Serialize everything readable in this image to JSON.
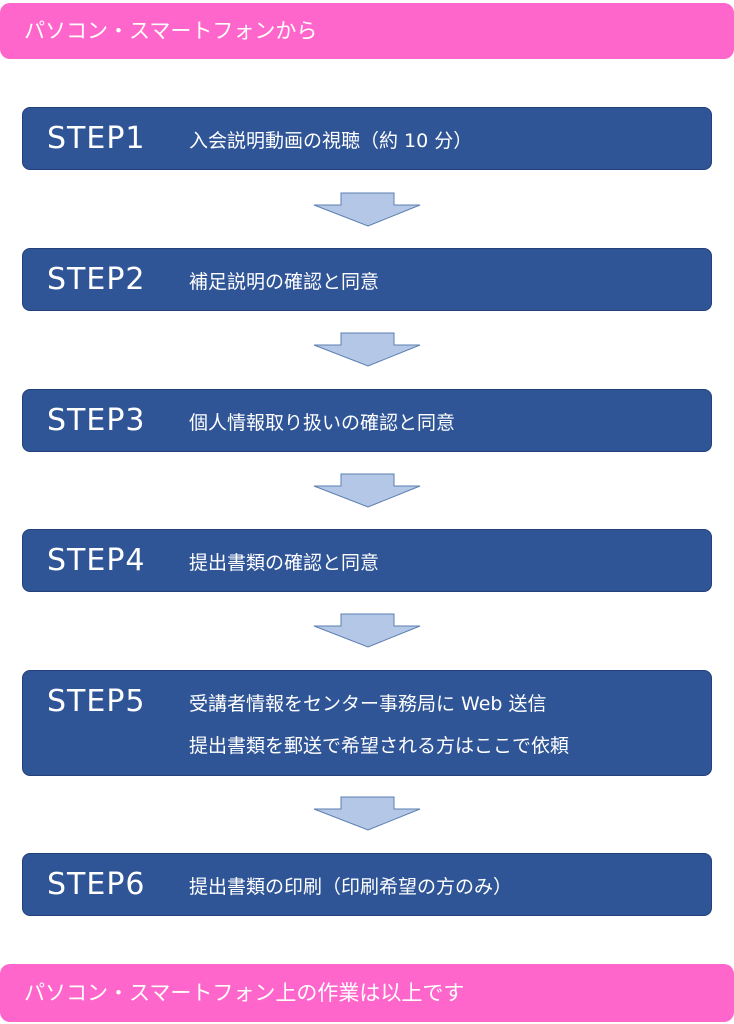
{
  "header": {
    "title": "パソコン・スマートフォンから"
  },
  "steps": [
    {
      "label": "STEP1",
      "text": "入会説明動画の視聴（約 10 分）"
    },
    {
      "label": "STEP2",
      "text": "補足説明の確認と同意"
    },
    {
      "label": "STEP3",
      "text": "個人情報取り扱いの確認と同意"
    },
    {
      "label": "STEP4",
      "text": "提出書類の確認と同意"
    },
    {
      "label": "STEP5",
      "text": "受講者情報をセンター事務局に Web 送信",
      "text2": "提出書類を郵送で希望される方はここで依頼"
    },
    {
      "label": "STEP6",
      "text": "提出書類の印刷（印刷希望の方のみ）"
    }
  ],
  "footer": {
    "title": "パソコン・スマートフォン上の作業は以上です"
  },
  "colors": {
    "banner": "#ff66cc",
    "step": "#2f5597",
    "arrow": "#b4c7e7"
  }
}
